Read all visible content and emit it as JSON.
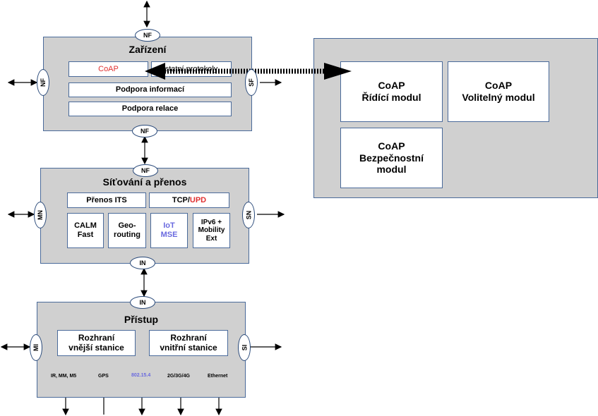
{
  "colors": {
    "accent_red": "#e03030",
    "accent_blue": "#6a6adf",
    "panel": "#d0d0d0"
  },
  "device": {
    "title": "Zařízení",
    "coap": "CoAP",
    "other_protocols": "statní protokoly",
    "info_support": "Podpora informací",
    "relay_support": "Podpora relace"
  },
  "coap_panel": {
    "control": "CoAP\nŘídící modul",
    "optional": "CoAP\nVolitelný modul",
    "security": "CoAP\nBezpečnostní\nmodul"
  },
  "network": {
    "title": "Síťování a přenos",
    "its": "Přenos ITS",
    "tcp_prefix": "TCP/",
    "tcp_suffix": "UPD",
    "calm": "CALM\nFast",
    "georouting": "Geo-\nrouting",
    "iot": "IoT\nMSE",
    "ipv6": "IPv6 +\nMobility\nExt"
  },
  "access": {
    "title": "Přístup",
    "external": "Rozhraní\nvnější stanice",
    "internal": "Rozhraní\nvnitřní stanice",
    "technologies": [
      "IR, MM, M5",
      "GPS",
      "802.15.4",
      "2G/3G/4G",
      "Ethernet"
    ]
  },
  "interfaces": {
    "nf": "NF",
    "sf": "SF",
    "mn": "MN",
    "sn": "SN",
    "in": "IN",
    "mi": "MI",
    "si": "SI"
  }
}
